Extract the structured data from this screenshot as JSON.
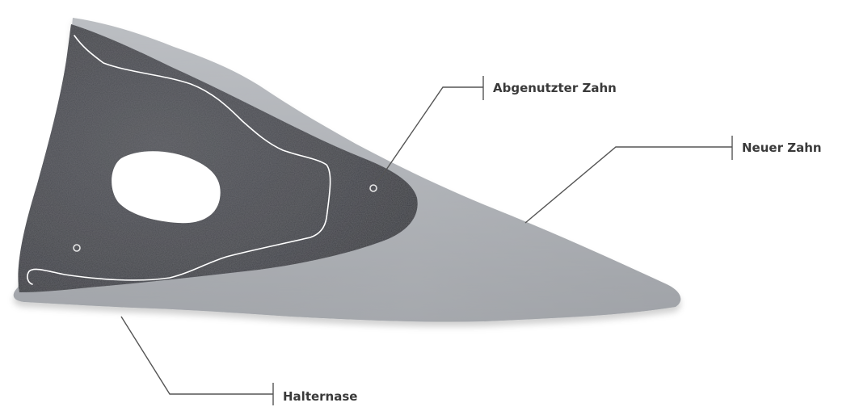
{
  "diagram": {
    "labels": {
      "worn_tooth": "Abgenutzter Zahn",
      "new_tooth": "Neuer Zahn",
      "holder_nose": "Halternase"
    }
  },
  "colors": {
    "background": "#ffffff",
    "new_tooth_metal": "#aeb1b6",
    "worn_tooth_dark": "#45474c",
    "outline": "#ffffff",
    "leader_line": "#444444",
    "label_text": "#3a3a3a"
  }
}
